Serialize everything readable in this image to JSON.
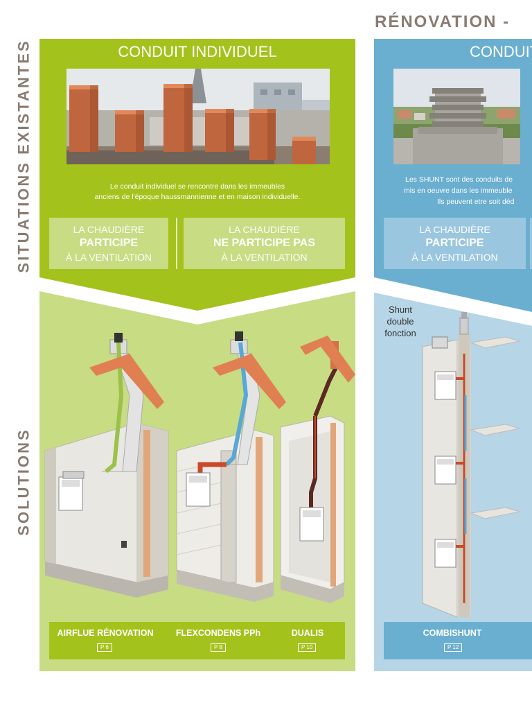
{
  "side_labels": {
    "existing": "SITUATIONS EXISTANTES",
    "solutions": "SOLUTIONS"
  },
  "header_right": "RÉNOVATION -",
  "left_panel": {
    "title": "CONDUIT INDIVIDUEL",
    "text_line1": "Le conduit individuel se rencontre dans les immeubles",
    "text_line2": "anciens de l'époque haussmannienne et en maison individuelle.",
    "option1": {
      "line1": "LA CHAUDIÈRE",
      "line2": "PARTICIPE",
      "line3": "À LA VENTILATION"
    },
    "option2": {
      "line1": "LA CHAUDIÈRE",
      "line2": "NE PARTICIPE PAS",
      "line3": "À LA VENTILATION"
    },
    "products": [
      {
        "name": "AIRFLUE RÉNOVATION",
        "page": "P 6"
      },
      {
        "name": "FLEXCONDENS PPh",
        "page": "P 8"
      },
      {
        "name": "DUALIS",
        "page": "P 10"
      }
    ]
  },
  "right_panel": {
    "title": "CONDUIT",
    "text_line1": "Les SHUNT sont des conduits de",
    "text_line2": "mis en oeuvre dans les immeuble",
    "text_line3": "Ils peuvent etre soit déd",
    "option1": {
      "line1": "LA CHAUDIÈRE",
      "line2": "PARTICIPE",
      "line3": "À LA VENTILATION"
    },
    "shunt_label_1": "Shunt",
    "shunt_label_2": "double",
    "shunt_label_3": "fonction",
    "product": {
      "name": "COMBISHUNT",
      "page": "P 12"
    }
  },
  "colors": {
    "green_dark": "#a4c21c",
    "green_light": "#c7dc83",
    "blue_dark": "#6aaed0",
    "blue_light": "#b6d5e6",
    "text_grey": "#8a7b71"
  }
}
